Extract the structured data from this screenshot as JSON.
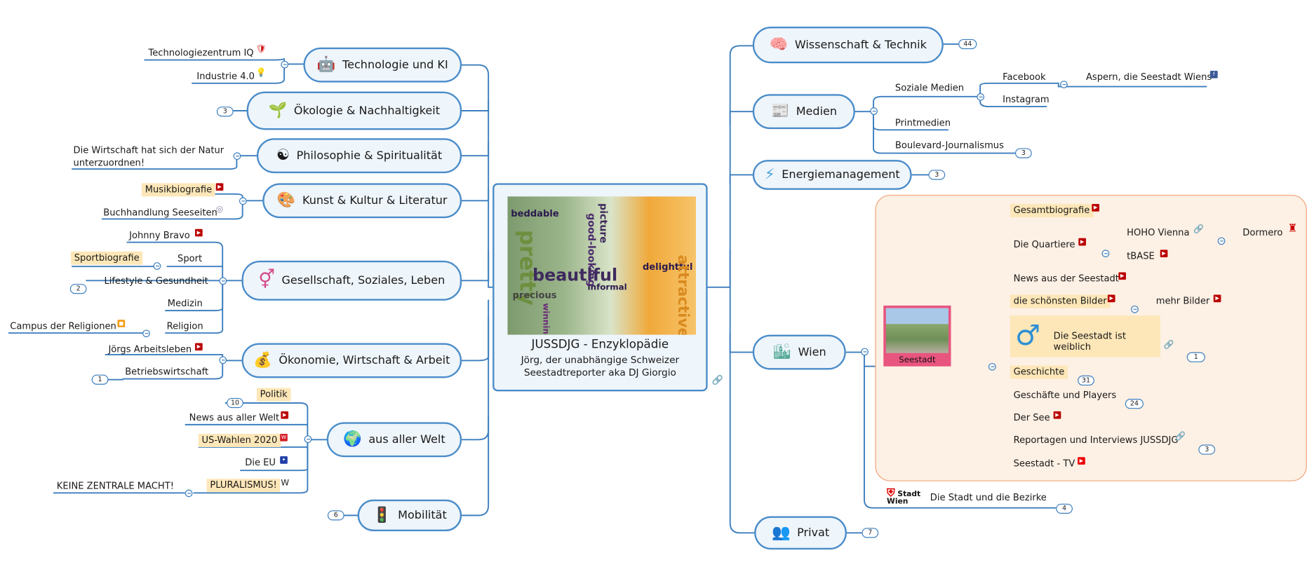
{
  "center": {
    "title": "JUSSDJG - Enzyklopädie",
    "subtitle_line1": "Jörg, der unabhängige Schweizer",
    "subtitle_line2": "Seestadtreporter aka DJ Giorgio",
    "image_words": [
      "beddable",
      "pretty",
      "beautiful",
      "precious",
      "winning",
      "informal",
      "delightful",
      "attractive",
      "good-looking",
      "picture"
    ]
  },
  "left": {
    "technologie": {
      "label": "Technologie und KI",
      "icon": "android-icon",
      "children": [
        "Technologiezentrum IQ",
        "Industrie 4.0"
      ]
    },
    "oekologie": {
      "label": "Ökologie & Nachhaltigkeit",
      "icon": "plant-bulb-icon",
      "count": "3"
    },
    "philosophie": {
      "label": "Philosophie & Spiritualität",
      "icon": "yin-yang-icon",
      "child_line1": "Die Wirtschaft hat sich der Natur",
      "child_line2": "unterzuordnen!"
    },
    "kunst": {
      "label": "Kunst & Kultur & Literatur",
      "icon": "palette-icon",
      "children": [
        "Musikbiografie",
        "Buchhandlung Seeseiten"
      ]
    },
    "gesellschaft": {
      "label": "Gesellschaft, Soziales, Leben",
      "icon": "gender-icon",
      "children": [
        "Johnny Bravo",
        "Sport",
        "Sportbiografie",
        "Lifestyle & Gesundheit",
        "Medizin",
        "Religion",
        "Campus der Religionen"
      ],
      "lifestyle_count": "2"
    },
    "oekonomie": {
      "label": "Ökonomie, Wirtschaft & Arbeit",
      "icon": "money-bag-icon",
      "children": [
        "Jörgs Arbeitsleben",
        "Betriebswirtschaft"
      ],
      "bw_count": "1"
    },
    "welt": {
      "label": "aus aller Welt",
      "icon": "globe-icon",
      "children": [
        "Politik",
        "News aus aller Welt",
        "US-Wahlen 2020",
        "Die EU",
        "PLURALISMUS!",
        "KEINE ZENTRALE MACHT!"
      ],
      "politik_count": "10"
    },
    "mobilitaet": {
      "label": "Mobilität",
      "icon": "traffic-light-icon",
      "count": "6"
    }
  },
  "right": {
    "wissenschaft": {
      "label": "Wissenschaft & Technik",
      "icon": "brain-icon",
      "count": "44"
    },
    "medien": {
      "label": "Medien",
      "icon": "newspaper-icon",
      "children": [
        "Soziale Medien",
        "Facebook",
        "Aspern, die Seestadt Wiens",
        "Instagram",
        "Printmedien",
        "Boulevard-Journalismus"
      ],
      "boulevard_count": "3"
    },
    "energie": {
      "label": "Energiemanagement",
      "icon": "solar-panel-icon",
      "count": "3"
    },
    "wien": {
      "label": "Wien",
      "icon": "city-icon",
      "seestadt": "Seestadt",
      "children": [
        "Gesamtbiografie",
        "Die Quartiere",
        "HOHO Vienna",
        "Dormero",
        "tBASE",
        "News aus der Seestadt",
        "die schönsten Bilder",
        "mehr Bilder",
        "Die Seestadt ist weiblich",
        "Geschichte",
        "Geschäfte und Players",
        "Der See",
        "Reportagen und Interviews JUSSDJG",
        "Seestadt - TV"
      ],
      "weiblich_count": "1",
      "geschichte_count": "31",
      "geschaefte_count": "24",
      "reportagen_count": "3",
      "stadt_logo": "Stadt Wien",
      "stadt_label": "Die Stadt und die Bezirke",
      "stadt_count": "4"
    },
    "privat": {
      "label": "Privat",
      "icon": "people-icon",
      "count": "7"
    }
  },
  "colors": {
    "line": "#3d7fbf",
    "node_border": "#4a8cc9",
    "node_fill": "#eef5fb",
    "highlight": "#fde7b8",
    "wien_box": "#fdf0e4"
  }
}
